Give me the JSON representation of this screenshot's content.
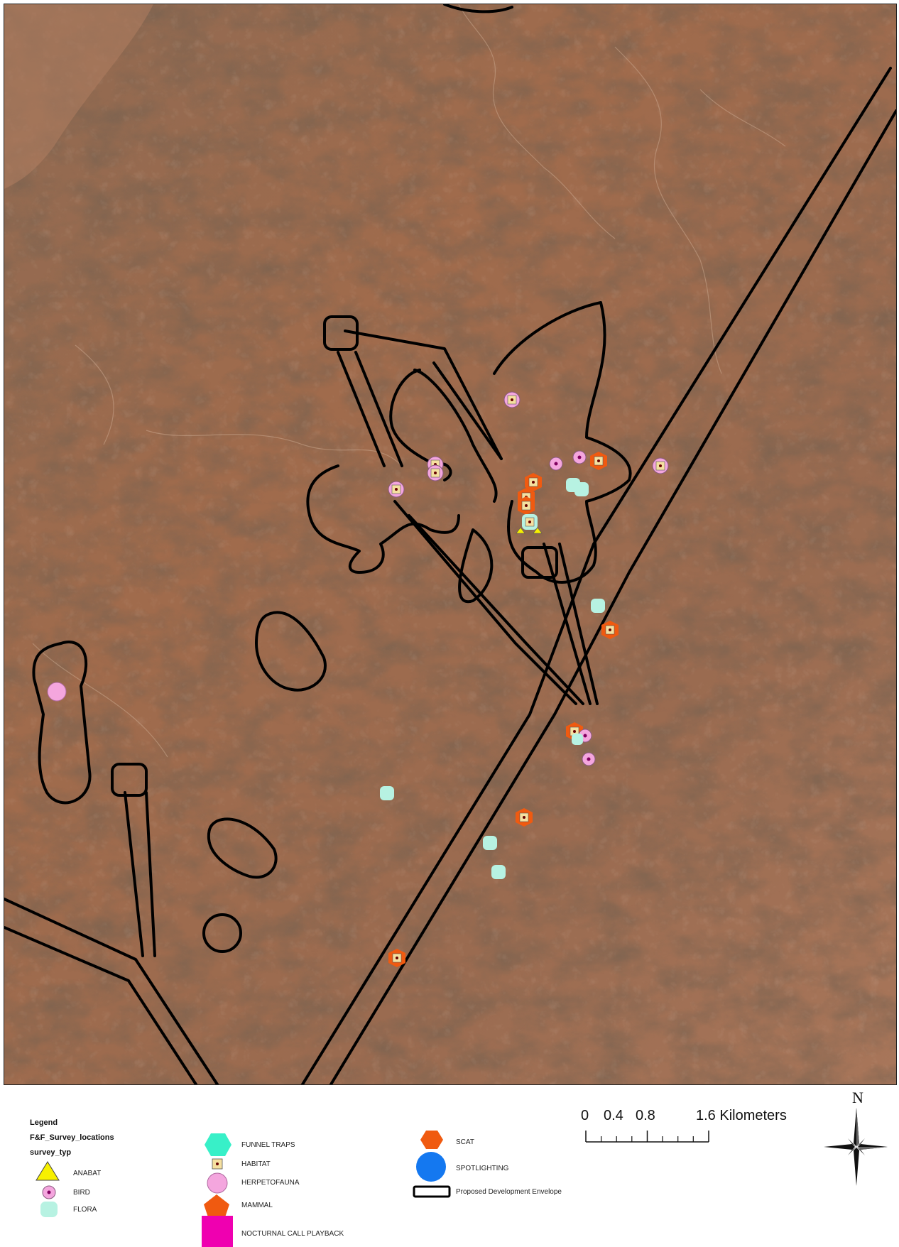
{
  "legend": {
    "title": "Legend",
    "layer": "F&F_Survey_locations",
    "field": "survey_typ",
    "items": [
      {
        "label": "ANABAT",
        "symbol": "yellow-triangle",
        "color": "#f7f000"
      },
      {
        "label": "BIRD",
        "symbol": "pink-dot-circle",
        "color": "#f4a6de"
      },
      {
        "label": "FLORA",
        "symbol": "mint-rounded-square",
        "color": "#b7f2e2"
      },
      {
        "label": "FUNNEL TRAPS",
        "symbol": "turquoise-hexagon",
        "color": "#38f0c8"
      },
      {
        "label": "HABITAT",
        "symbol": "cream-square-dot",
        "color": "#f5e0a0"
      },
      {
        "label": "HERPETOFAUNA",
        "symbol": "pink-circle",
        "color": "#f4a6de"
      },
      {
        "label": "MAMMAL",
        "symbol": "orange-pentagon",
        "color": "#f05a10"
      },
      {
        "label": "NOCTURNAL CALL PLAYBACK",
        "symbol": "magenta-square",
        "color": "#ef00b0"
      },
      {
        "label": "SCAT",
        "symbol": "orange-hexagon",
        "color": "#f05a10"
      },
      {
        "label": "SPOTLIGHTING",
        "symbol": "blue-circle",
        "color": "#1478f0"
      },
      {
        "label": "Proposed Development Envelope",
        "symbol": "black-outline-rectangle",
        "color": "#000000"
      }
    ]
  },
  "scale_bar": {
    "labels": [
      "0",
      "0.4",
      "0.8",
      "1.6 Kilometers"
    ]
  },
  "north_arrow": {
    "label": "N",
    "icon": "compass-rose-icon"
  },
  "map": {
    "basemap": "aerial imagery, arid rocky terrain",
    "outline_color": "#000000",
    "survey_points": [
      {
        "type": "HERPETOFAUNA"
      },
      {
        "type": "HABITAT"
      },
      {
        "type": "BIRD"
      },
      {
        "type": "SCAT"
      },
      {
        "type": "FLORA"
      },
      {
        "type": "ANABAT"
      },
      {
        "type": "MAMMAL"
      }
    ]
  }
}
